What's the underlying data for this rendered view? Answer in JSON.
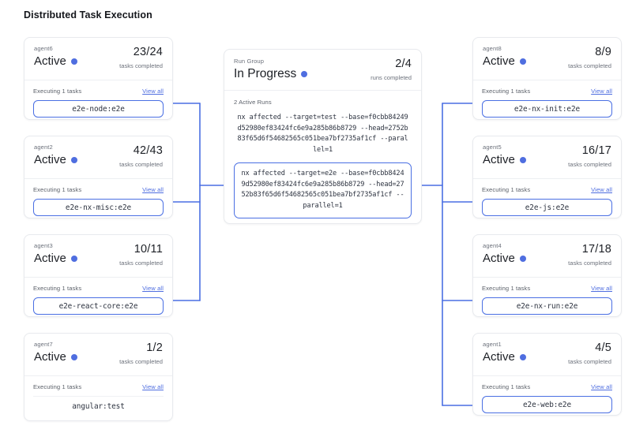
{
  "page": {
    "title": "Distributed Task Execution",
    "accent_color": "#4a6fe3",
    "status_dot_color": "#4f6ee0",
    "link_color": "#4f6ee0",
    "card_border_color": "#e8eaee",
    "background": "#ffffff"
  },
  "labels": {
    "executing": "Executing 1 tasks",
    "view_all": "View all",
    "tasks_completed": "tasks completed",
    "runs_completed": "runs completed",
    "status_active": "Active"
  },
  "run_group": {
    "sub": "Run Group",
    "status": "In Progress",
    "ratio": "2/4",
    "ratio_caption": "runs completed",
    "active_runs_label": "2 Active Runs",
    "commands": [
      {
        "text": "nx affected --target=test --base=f0cbb84249d52980ef83424fc6e9a285b86b8729 --head=2752b83f65d6f54682565c051bea7bf2735af1cf --parallel=1",
        "boxed": false
      },
      {
        "text": "nx affected --target=e2e --base=f0cbb84249d52980ef83424fc6e9a285b86b8729 --head=2752b83f65d6f54682565c051bea7bf2735af1cf --parallel=1",
        "boxed": true
      }
    ]
  },
  "agents_left": [
    {
      "id": "agent6",
      "status": "Active",
      "ratio": "23/24",
      "ratio_caption": "tasks completed",
      "executing": "Executing 1 tasks",
      "view_all": "View all",
      "task": "e2e-node:e2e",
      "task_boxed": true
    },
    {
      "id": "agent2",
      "status": "Active",
      "ratio": "42/43",
      "ratio_caption": "tasks completed",
      "executing": "Executing 1 tasks",
      "view_all": "View all",
      "task": "e2e-nx-misc:e2e",
      "task_boxed": true
    },
    {
      "id": "agent3",
      "status": "Active",
      "ratio": "10/11",
      "ratio_caption": "tasks completed",
      "executing": "Executing 1 tasks",
      "view_all": "View all",
      "task": "e2e-react-core:e2e",
      "task_boxed": true
    },
    {
      "id": "agent7",
      "status": "Active",
      "ratio": "1/2",
      "ratio_caption": "tasks completed",
      "executing": "Executing 1 tasks",
      "view_all": "View all",
      "task": "angular:test",
      "task_boxed": false
    }
  ],
  "agents_right": [
    {
      "id": "agent8",
      "status": "Active",
      "ratio": "8/9",
      "ratio_caption": "tasks completed",
      "executing": "Executing 1 tasks",
      "view_all": "View all",
      "task": "e2e-nx-init:e2e",
      "task_boxed": true
    },
    {
      "id": "agent5",
      "status": "Active",
      "ratio": "16/17",
      "ratio_caption": "tasks completed",
      "executing": "Executing 1 tasks",
      "view_all": "View all",
      "task": "e2e-js:e2e",
      "task_boxed": true
    },
    {
      "id": "agent4",
      "status": "Active",
      "ratio": "17/18",
      "ratio_caption": "tasks completed",
      "executing": "Executing 1 tasks",
      "view_all": "View all",
      "task": "e2e-nx-run:e2e",
      "task_boxed": true
    },
    {
      "id": "agent1",
      "status": "Active",
      "ratio": "4/5",
      "ratio_caption": "tasks completed",
      "executing": "Executing 1 tasks",
      "view_all": "View all",
      "task": "e2e-web:e2e",
      "task_boxed": true
    }
  ]
}
